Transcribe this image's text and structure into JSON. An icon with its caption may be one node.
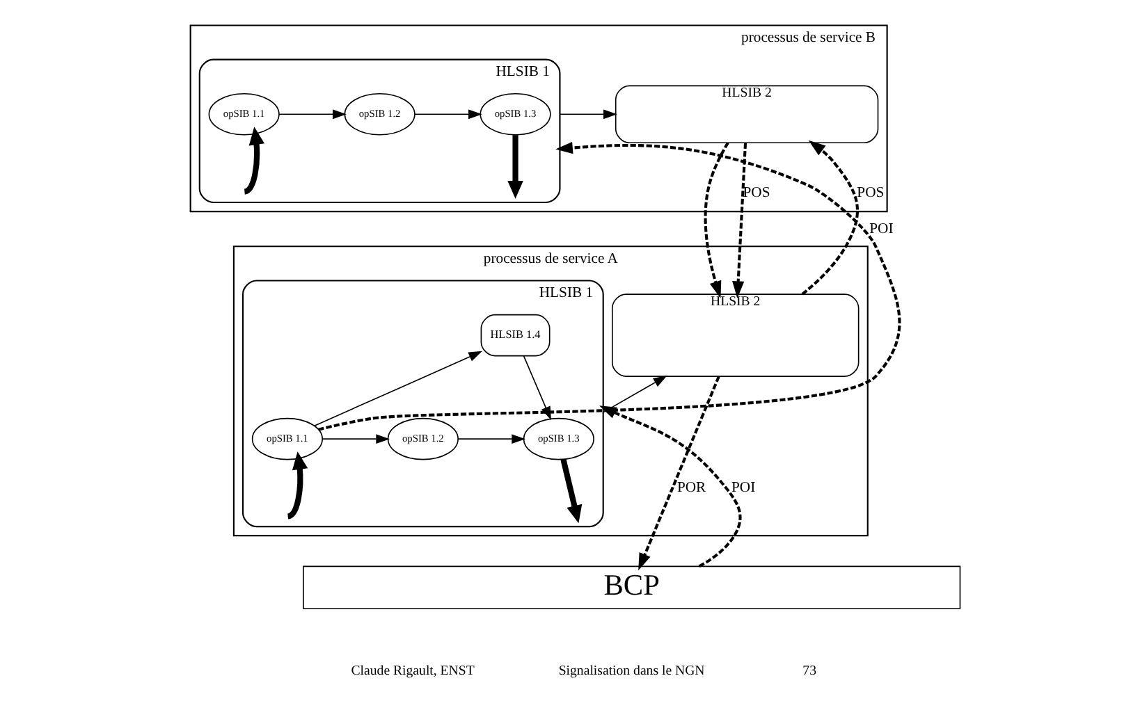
{
  "diagram": {
    "nodes": [
      {
        "text": [
          "processus de service B"
        ]
      },
      {
        "text": [
          "HLSIB 1"
        ],
        "in": 0
      },
      {
        "text": [
          "opSIB 1.1"
        ],
        "in": 1
      },
      {
        "text": [
          "opSIB 1.2"
        ],
        "in": 1
      },
      {
        "text": [
          "opSIB 1.3"
        ],
        "in": 1
      },
      {
        "text": [
          "HLSIB 2"
        ],
        "in": 0
      },
      {
        "text": [
          "processus de service A"
        ]
      },
      {
        "text": [
          "HLSIB 1"
        ],
        "in": 6
      },
      {
        "text": [
          "HLSIB 1.4"
        ],
        "in": 7
      },
      {
        "text": [
          "opSIB 1.1"
        ],
        "in": 7
      },
      {
        "text": [
          "opSIB 1.2"
        ],
        "in": 7
      },
      {
        "text": [
          "opSIB 1.3"
        ],
        "in": 7
      },
      {
        "text": [
          "HLSIB 2"
        ],
        "in": 6
      },
      {
        "text": [
          "BCP"
        ]
      }
    ],
    "edges": [
      {
        "from": 2,
        "to": 3,
        "arrow": "to"
      },
      {
        "from": 3,
        "to": 4,
        "arrow": "to"
      },
      {
        "from": null,
        "to": 2,
        "arrow": "to",
        "style": "thick"
      },
      {
        "from": 4,
        "to": null,
        "arrow": "to",
        "style": "thick"
      },
      {
        "from": 1,
        "to": 5,
        "arrow": "to"
      },
      {
        "from": 9,
        "to": 1,
        "arrow": "to",
        "style": "dashed",
        "label": "POI"
      },
      {
        "from": 5,
        "to": 12,
        "arrow": "to",
        "style": "dashed"
      },
      {
        "from": 12,
        "to": 5,
        "arrow": "to",
        "style": "dashed",
        "label": "POS"
      },
      {
        "from": 5,
        "to": 12,
        "arrow": "to",
        "style": "dashed",
        "label": "POS"
      },
      {
        "from": 9,
        "to": 8,
        "arrow": "to"
      },
      {
        "from": 8,
        "to": 11,
        "arrow": "to"
      },
      {
        "from": 9,
        "to": 10,
        "arrow": "to"
      },
      {
        "from": 10,
        "to": 11,
        "arrow": "to"
      },
      {
        "from": null,
        "to": 9,
        "arrow": "to",
        "style": "thick"
      },
      {
        "from": 11,
        "to": null,
        "arrow": "to",
        "style": "thick"
      },
      {
        "from": 7,
        "to": 12,
        "arrow": "to"
      },
      {
        "from": 13,
        "to": 7,
        "arrow": "to",
        "style": "dashed",
        "label": "POI"
      },
      {
        "from": 12,
        "to": 13,
        "arrow": "to",
        "style": "dashed",
        "label": "POR"
      }
    ],
    "labels": [
      "Claude Rigault, ENST",
      "Signalisation dans le NGN",
      "73"
    ]
  }
}
